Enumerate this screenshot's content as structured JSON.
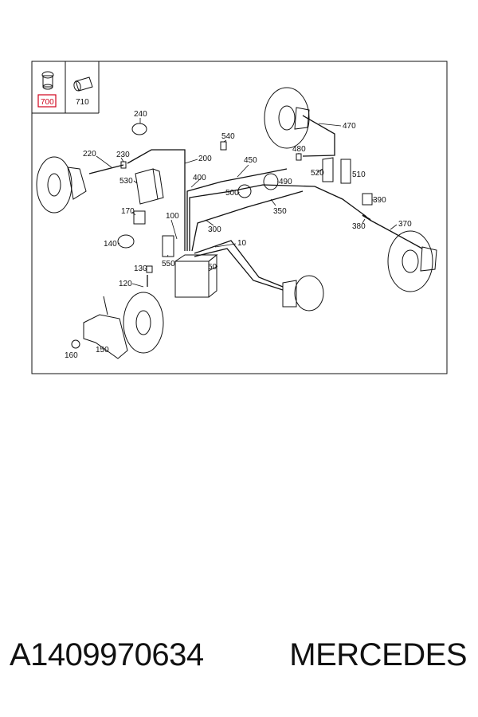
{
  "diagram": {
    "legend_parts": [
      "700",
      "710"
    ],
    "highlighted_part": "700",
    "callouts": [
      "240",
      "220",
      "230",
      "200",
      "530",
      "540",
      "450",
      "480",
      "470",
      "520",
      "510",
      "400",
      "500",
      "490",
      "390",
      "350",
      "170",
      "100",
      "300",
      "380",
      "370",
      "140",
      "10",
      "130",
      "550",
      "50",
      "120",
      "150",
      "160"
    ]
  },
  "footer": {
    "part_number": "A1409970634",
    "brand": "MERCEDES"
  },
  "colors": {
    "highlight": "#d0021b",
    "line": "#111111"
  }
}
